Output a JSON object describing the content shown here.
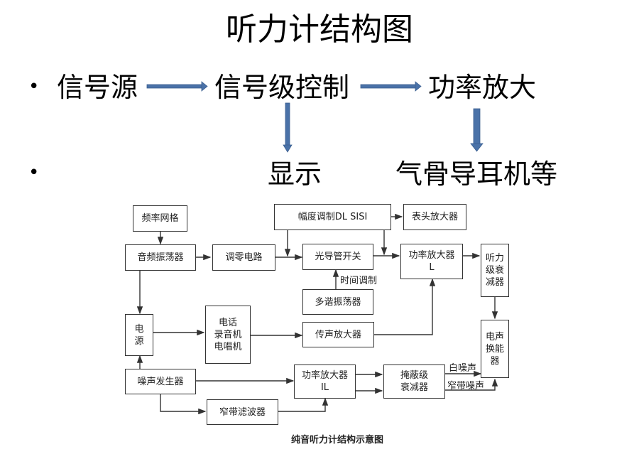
{
  "title": "听力计结构图",
  "summary": {
    "row1": [
      "信号源",
      "信号级控制",
      "功率放大"
    ],
    "row2": [
      "显示",
      "气骨导耳机等"
    ],
    "bullet_glyph": "•",
    "arrow_color": "#4a72a8"
  },
  "diagram": {
    "boxes": {
      "freq_grid": "频率网格",
      "audio_osc": "音频振荡器",
      "zero_circuit": "调零电路",
      "amp_mod": "幅度调制DL SISI",
      "meter_amp": "表头放大器",
      "photo_switch": "光导管开关",
      "power_amp_l_line1": "功率放大器",
      "power_amp_l_line2": "L",
      "hl_atten_lines": [
        "听力",
        "级衰",
        "减器"
      ],
      "multi_osc": "多谐振荡器",
      "power_supply_lines": [
        "电",
        "源"
      ],
      "phone_lines": [
        "电话",
        "录音机",
        "电唱机"
      ],
      "sound_amp": "传声放大器",
      "transducer_lines": [
        "电声",
        "换能",
        "器"
      ],
      "noise_gen": "噪声发生器",
      "power_amp_il_line1": "功率放大器",
      "power_amp_il_line2": "IL",
      "mask_atten_line1": "掩蔽级",
      "mask_atten_line2": "衰减器",
      "narrow_filter": "窄带滤波器"
    },
    "labels": {
      "time_mod": "时间调制",
      "white_noise": "白噪声",
      "narrow_noise": "窄带噪声"
    },
    "caption": "纯音听力计结构示意图"
  }
}
